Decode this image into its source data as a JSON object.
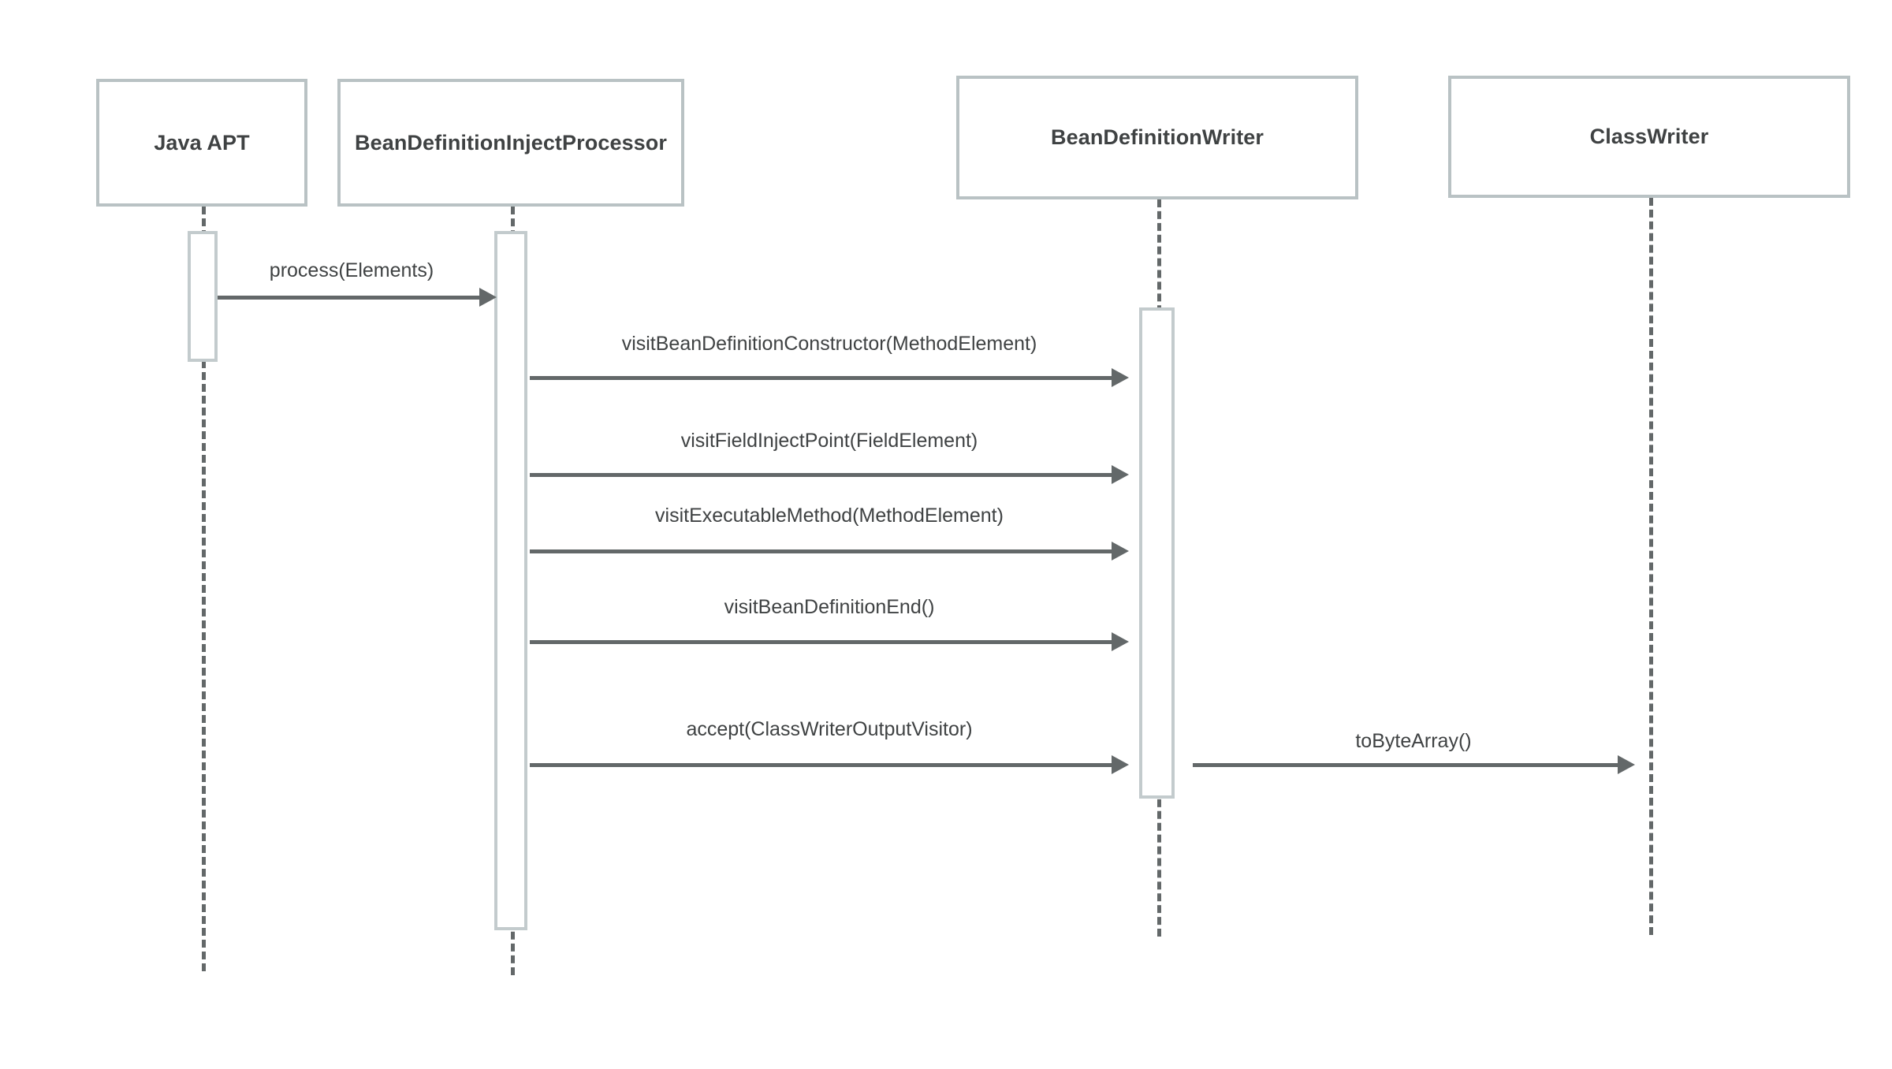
{
  "diagram": {
    "type": "sequence-diagram",
    "background_color": "#ffffff",
    "box_border_color": "#b9c2c4",
    "lifeline_color": "#636869",
    "activation_border_color": "#c3cbcd",
    "arrow_color": "#636869",
    "text_color": "#3f4243"
  },
  "participants": [
    {
      "id": "java-apt",
      "label": "Java APT"
    },
    {
      "id": "bean-definition-inject-processor",
      "label": "BeanDefinitionInjectProcessor"
    },
    {
      "id": "bean-definition-writer",
      "label": "BeanDefinitionWriter"
    },
    {
      "id": "class-writer",
      "label": "ClassWriter"
    }
  ],
  "messages": [
    {
      "id": "process-elements",
      "label": "process(Elements)",
      "from": "java-apt",
      "to": "bean-definition-inject-processor",
      "order": 1
    },
    {
      "id": "visit-bean-definition-constructor",
      "label": "visitBeanDefinitionConstructor(MethodElement)",
      "from": "bean-definition-inject-processor",
      "to": "bean-definition-writer",
      "order": 2
    },
    {
      "id": "visit-field-inject-point",
      "label": "visitFieldInjectPoint(FieldElement)",
      "from": "bean-definition-inject-processor",
      "to": "bean-definition-writer",
      "order": 3
    },
    {
      "id": "visit-executable-method",
      "label": "visitExecutableMethod(MethodElement)",
      "from": "bean-definition-inject-processor",
      "to": "bean-definition-writer",
      "order": 4
    },
    {
      "id": "visit-bean-definition-end",
      "label": "visitBeanDefinitionEnd()",
      "from": "bean-definition-inject-processor",
      "to": "bean-definition-writer",
      "order": 5
    },
    {
      "id": "accept-class-writer-output-visitor",
      "label": "accept(ClassWriterOutputVisitor)",
      "from": "bean-definition-inject-processor",
      "to": "bean-definition-writer",
      "order": 6
    },
    {
      "id": "to-byte-array",
      "label": "toByteArray()",
      "from": "bean-definition-writer",
      "to": "class-writer",
      "order": 7
    }
  ]
}
